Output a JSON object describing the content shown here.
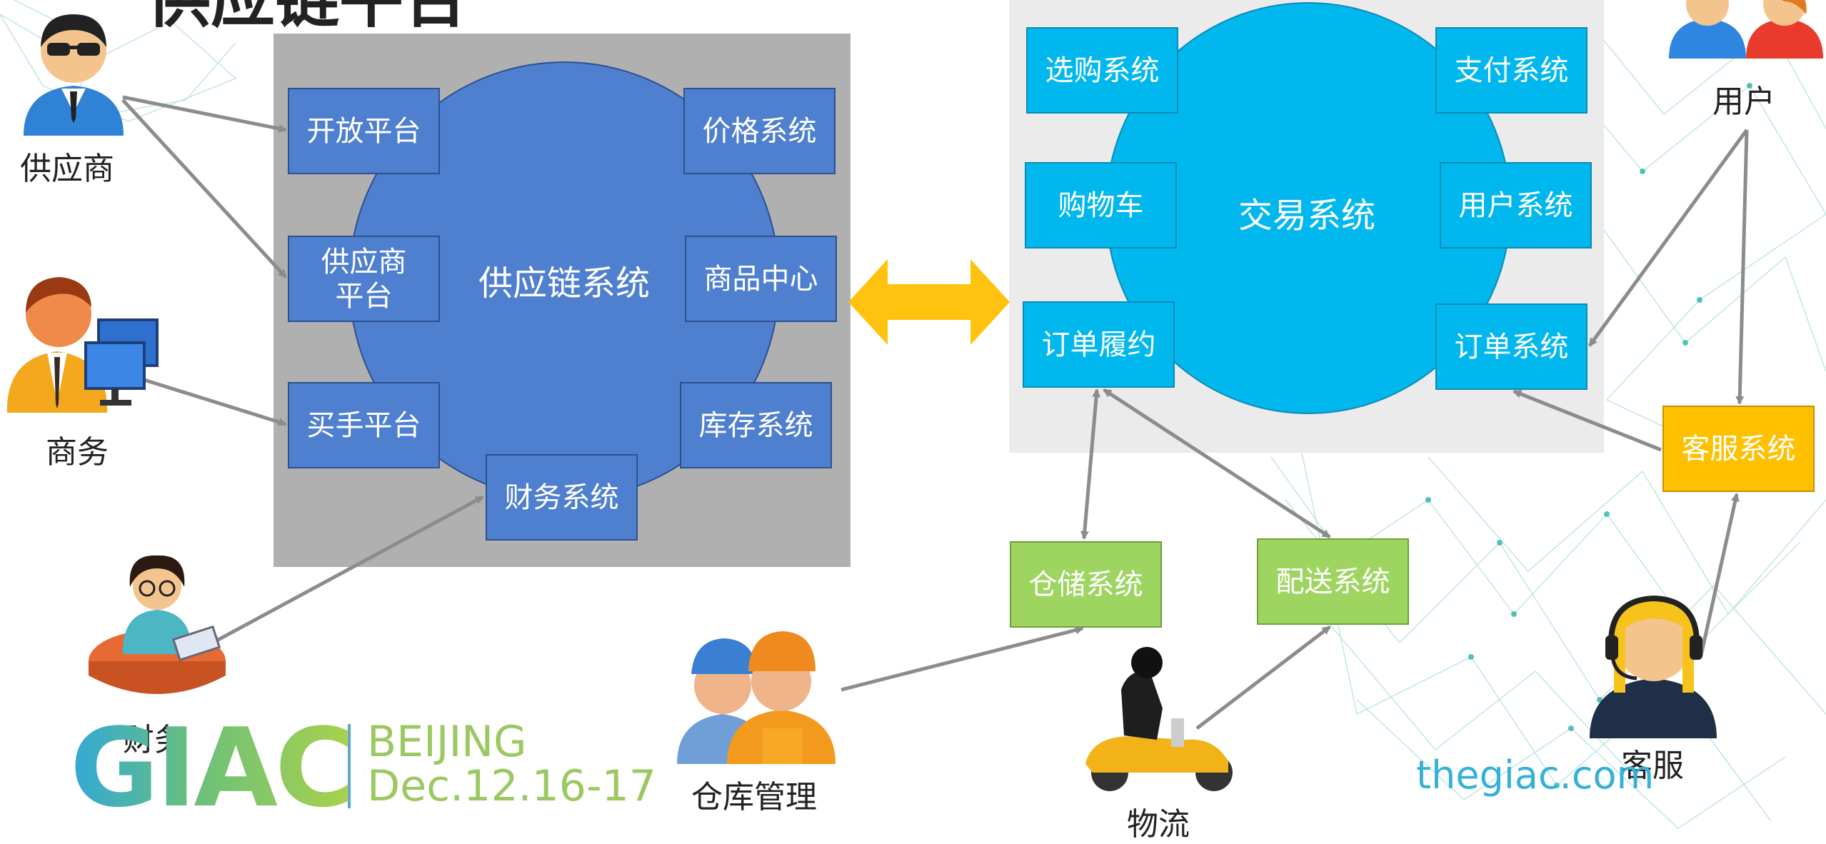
{
  "title": "供应链平台",
  "supply_chain": {
    "center": "供应链系统",
    "modules": {
      "open_platform": "开放平台",
      "price_system": "价格系统",
      "supplier_platform": "供应商\n平台",
      "product_center": "商品中心",
      "buyer_platform": "买手平台",
      "inventory_system": "库存系统",
      "finance_system": "财务系统"
    }
  },
  "trade": {
    "center": "交易系统",
    "modules": {
      "shopping_system": "选购系统",
      "payment_system": "支付系统",
      "cart": "购物车",
      "user_system": "用户系统",
      "order_fulfillment": "订单履约",
      "order_system": "订单系统"
    }
  },
  "external": {
    "warehouse_system": "仓储系统",
    "delivery_system": "配送系统",
    "customer_service_system": "客服系统"
  },
  "actors": {
    "supplier": "供应商",
    "business": "商务",
    "finance": "财务",
    "warehouse_mgmt": "仓库管理",
    "logistics": "物流",
    "users": "用户",
    "customer_service": "客服"
  },
  "branding": {
    "logo": "GIAC",
    "city": "BEIJING",
    "date": "Dec.12.16-17",
    "url": "thegiac.com"
  },
  "colors": {
    "supply_panel": "#b0b0b0",
    "supply_blue": "#4f7fcf",
    "trade_panel": "#ebebeb",
    "trade_cyan": "#00b8ee",
    "ext_green": "#9ed561",
    "cs_gold": "#ffc000",
    "arrow_gray": "#8c8c8c",
    "double_arrow": "#ffc20e"
  }
}
